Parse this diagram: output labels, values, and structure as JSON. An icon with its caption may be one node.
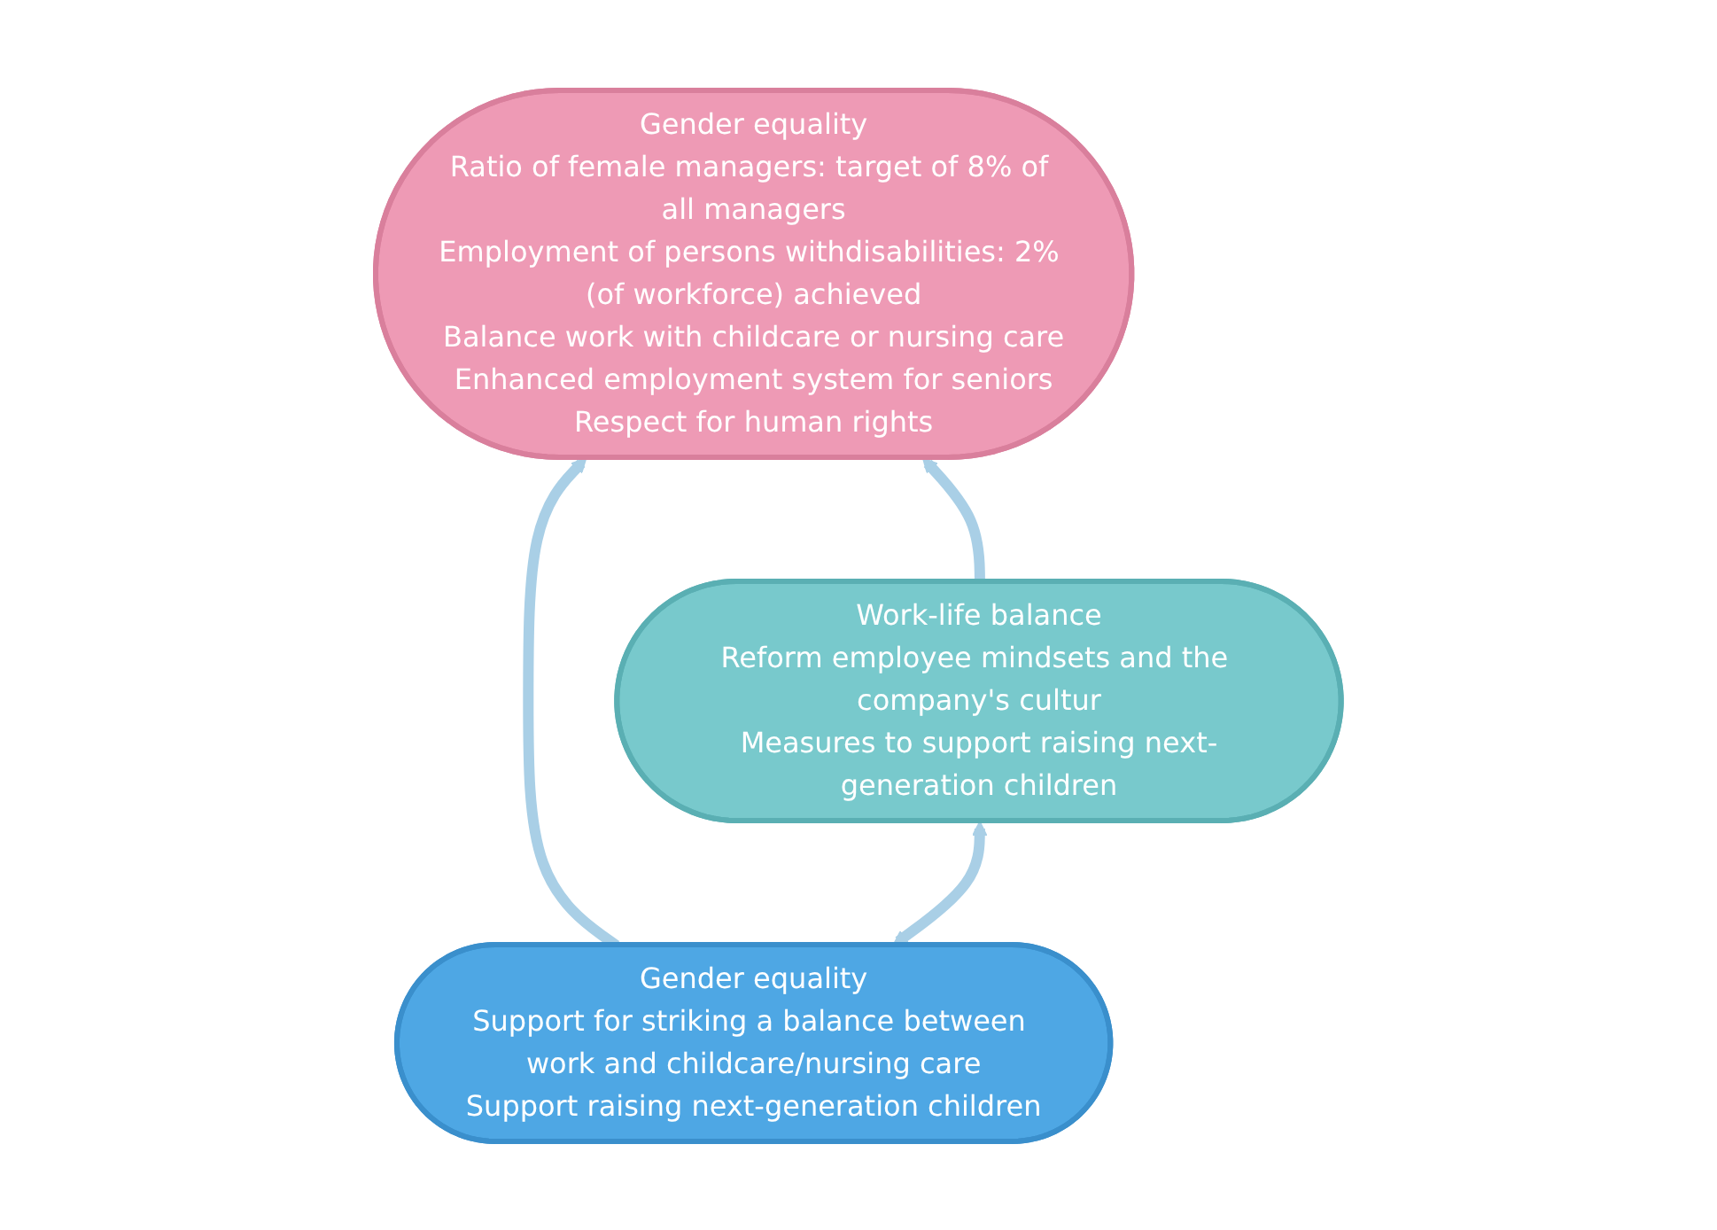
{
  "diagram": {
    "nodes": [
      {
        "text": [
          "Gender equality",
          "Ratio of female managers: target of 8% of all managers",
          "Employment of persons withdisabilities: 2% (of workforce) achieved",
          "Balance work with childcare or nursing care",
          "Enhanced employment system for seniors",
          "Respect for human rights"
        ]
      },
      {
        "text": [
          "Gender equality",
          "Support for striking a balance between work and childcare/nursing care",
          "Support raising next-generation children"
        ]
      },
      {
        "text": [
          "Work-life balance",
          "Reform employee mindsets and the company's cultur",
          "Measures to support raising next-generation children"
        ]
      }
    ],
    "edges": [
      {
        "from": 1,
        "to": 0,
        "arrow": "to"
      },
      {
        "from": 2,
        "to": 0,
        "arrow": "to"
      },
      {
        "from": 1,
        "to": 2,
        "arrow": "both"
      }
    ]
  }
}
